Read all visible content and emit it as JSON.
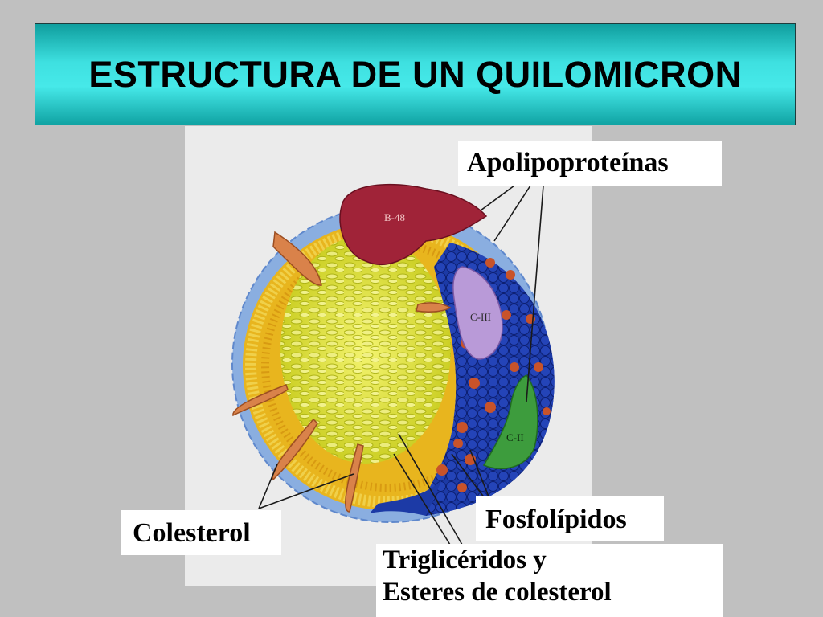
{
  "title": "ESTRUCTURA DE UN QUILOMICRON",
  "figure": {
    "apo_labels": {
      "b48": "B-48",
      "c3": "C-III",
      "c2": "C-II"
    }
  },
  "labels": {
    "apolipoproteinas": "Apolipoproteínas",
    "colesterol": "Colesterol",
    "fosfolipidos": "Fosfolípidos",
    "trigliceridos_line1": "Triglicéridos y",
    "trigliceridos_line2": "Esteres de colesterol"
  },
  "colors": {
    "title_teal": "#3ee0e0",
    "phospholipid_blue": "#1f3fb0",
    "triglyceride_yellow": "#e6e63c",
    "cholesterol_orange": "#d9824a",
    "apo_b48": "#9e1f35",
    "apo_c3": "#b99ad8",
    "apo_c2": "#3d9c3d"
  }
}
